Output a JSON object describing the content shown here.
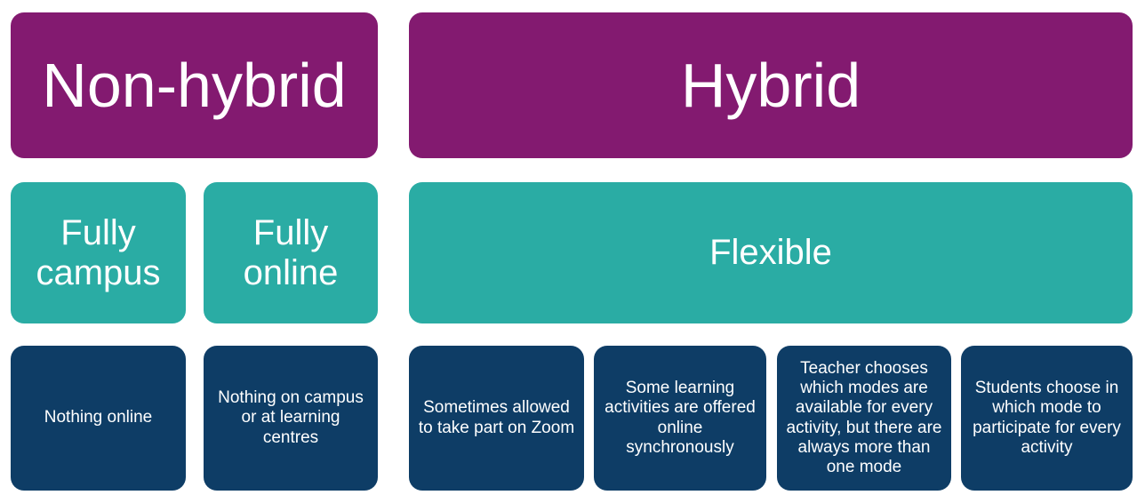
{
  "colors": {
    "category": "#831A70",
    "mode": "#2AACA4",
    "detail": "#0E3D66",
    "text": "#FFFFFF",
    "background": "#FFFFFF"
  },
  "diagram": {
    "top_row": [
      {
        "label": "Non-hybrid"
      },
      {
        "label": "Hybrid"
      }
    ],
    "middle_row": [
      {
        "label": "Fully campus"
      },
      {
        "label": "Fully online"
      },
      {
        "label": "Flexible"
      }
    ],
    "bottom_row": [
      {
        "label": "Nothing online"
      },
      {
        "label": "Nothing on campus or at learning centres"
      },
      {
        "label": "Sometimes allowed to take part on Zoom"
      },
      {
        "label": "Some learning activities are offered online synchronously"
      },
      {
        "label": "Teacher chooses which modes are available for every activity, but there are always more than one mode"
      },
      {
        "label": "Students choose in which mode to participate for every activity"
      }
    ]
  }
}
